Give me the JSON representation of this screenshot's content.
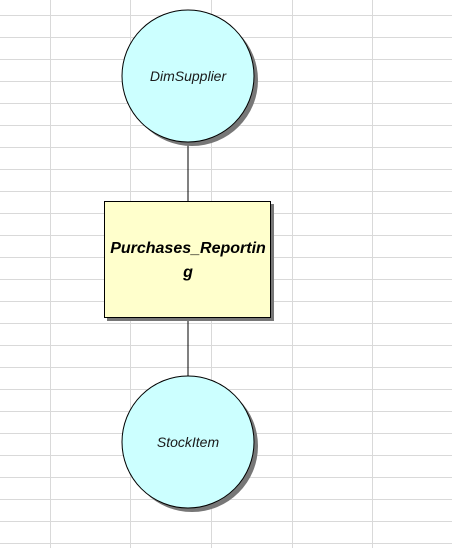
{
  "diagram": {
    "nodes": {
      "top": {
        "label": "DimSupplier",
        "kind": "dimension"
      },
      "center": {
        "label_line1": "Purchases_Reportin",
        "label_line2": "g",
        "kind": "fact"
      },
      "bottom": {
        "label": "StockItem",
        "kind": "dimension"
      }
    },
    "colors": {
      "dimension_fill": "#ccffff",
      "fact_fill": "#ffffcc",
      "outline": "#000000",
      "shadow": "#777777",
      "gridline": "#d9d9d9",
      "connector": "#000000"
    }
  }
}
